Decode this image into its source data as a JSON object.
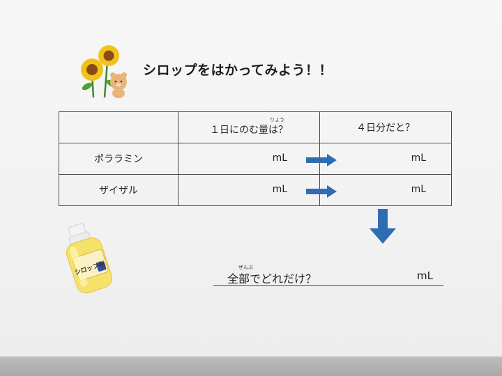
{
  "title": "シロップをはかってみよう！！",
  "table": {
    "headers": [
      "",
      "１日にのむ量は？",
      "４日分だと？"
    ],
    "header_ruby": "りょう",
    "rows": [
      {
        "label": "ポララミン",
        "unit1": "mL",
        "unit2": "mL"
      },
      {
        "label": "ザイザル",
        "unit1": "mL",
        "unit2": "mL"
      }
    ]
  },
  "total": {
    "label": "全部でどれだけ？",
    "ruby": "ぜんぶ",
    "unit": "mL"
  },
  "bottle_label": "シロップ剤",
  "colors": {
    "arrow": "#2e6db4",
    "sunflower": "#f3c21a",
    "bottle": "#f5e26a"
  }
}
